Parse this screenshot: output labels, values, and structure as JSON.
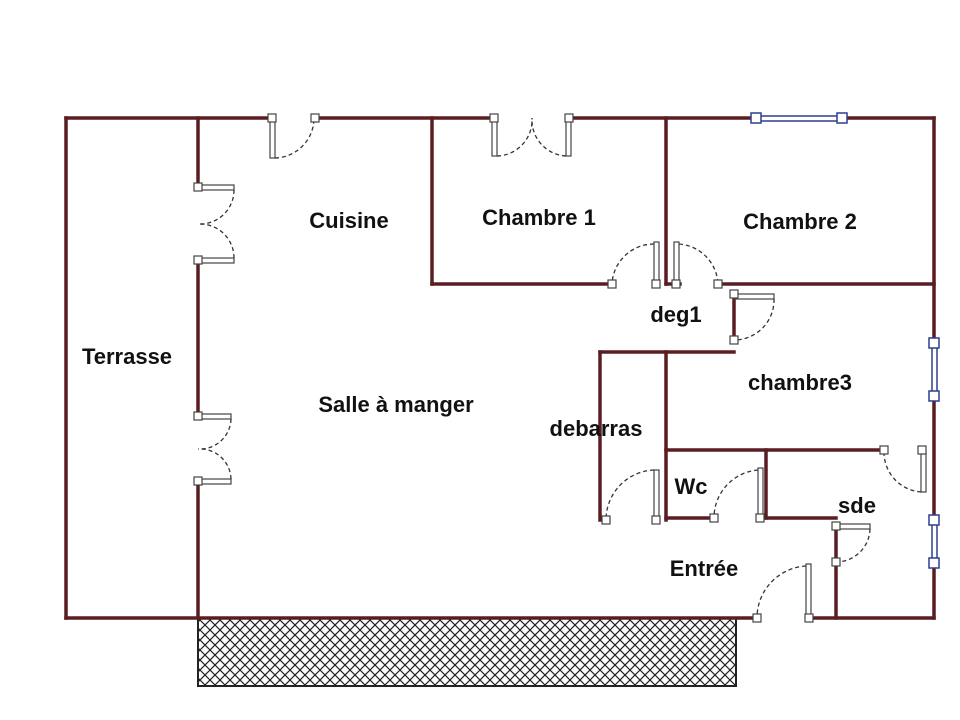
{
  "rooms": {
    "terrasse": "Terrasse",
    "cuisine": "Cuisine",
    "salle_a_manger": "Salle à manger",
    "chambre1": "Chambre 1",
    "chambre2": "Chambre 2",
    "deg1": "deg1",
    "chambre3": "chambre3",
    "debarras": "debarras",
    "wc": "Wc",
    "sde": "sde",
    "entree": "Entrée"
  },
  "colors": {
    "wall": "#5a1e22",
    "window": "#2f3f8f",
    "hatch": "#222222"
  }
}
